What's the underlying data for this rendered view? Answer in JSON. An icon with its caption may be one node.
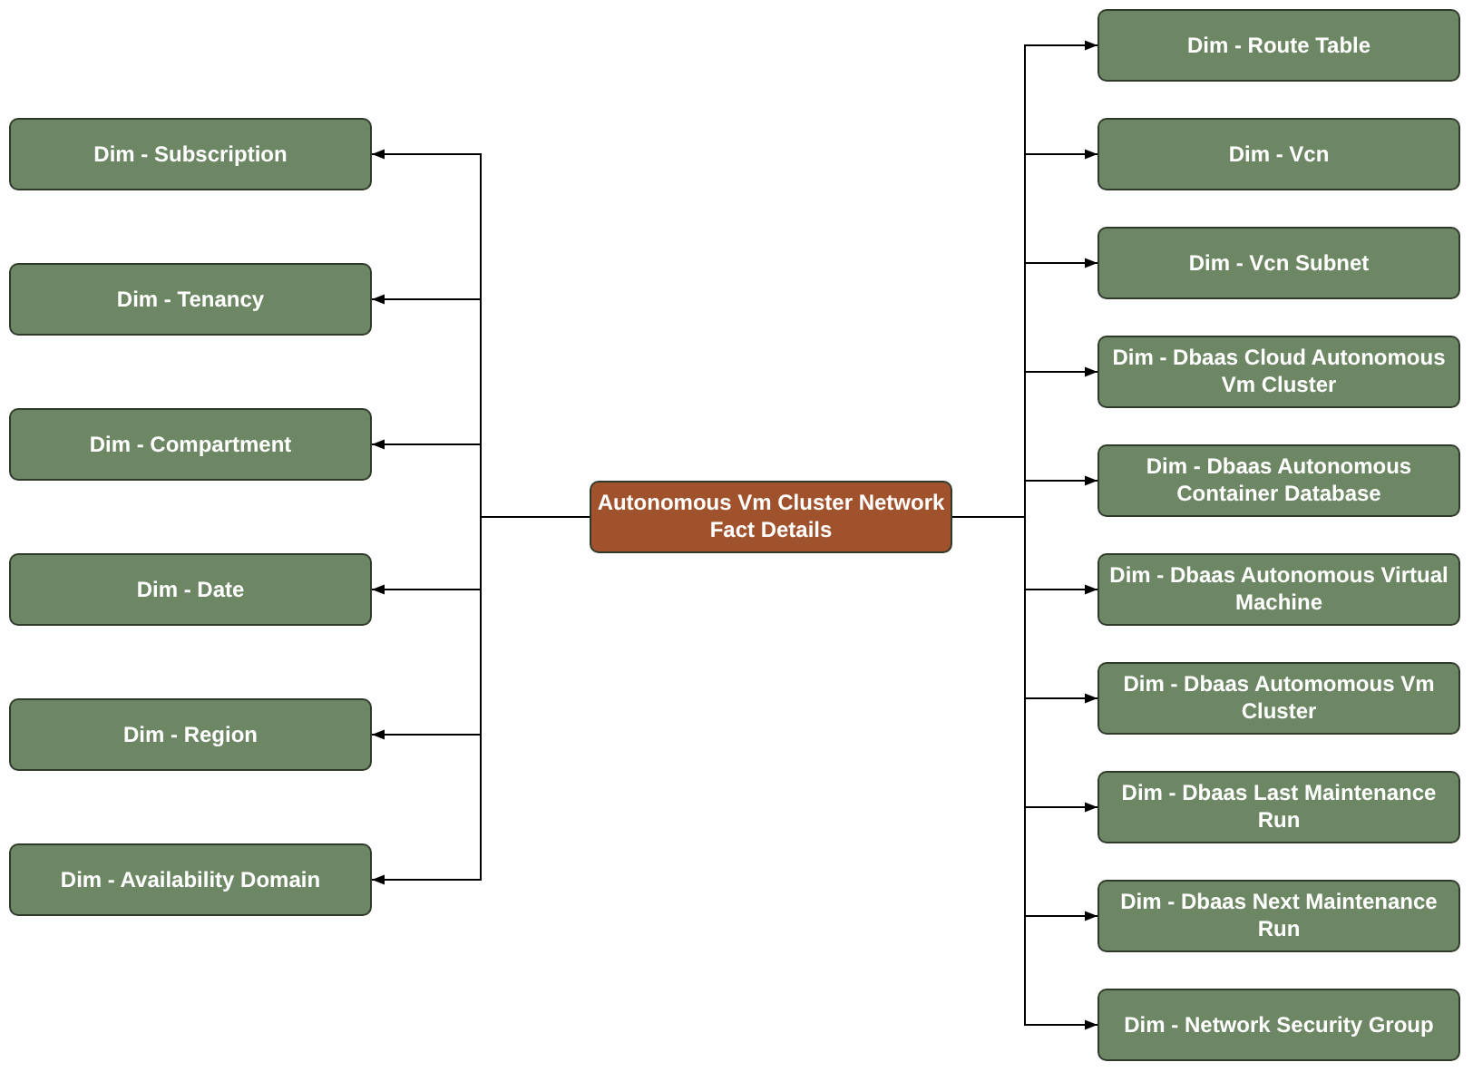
{
  "diagram": {
    "nodes": [
      {
        "text": [
          "Autonomous Vm Cluster Network Fact Details"
        ]
      },
      {
        "text": [
          "Dim - Subscription"
        ]
      },
      {
        "text": [
          "Dim - Tenancy"
        ]
      },
      {
        "text": [
          "Dim - Compartment"
        ]
      },
      {
        "text": [
          "Dim - Date"
        ]
      },
      {
        "text": [
          "Dim - Region"
        ]
      },
      {
        "text": [
          "Dim - Availability Domain"
        ]
      },
      {
        "text": [
          "Dim - Route Table"
        ]
      },
      {
        "text": [
          "Dim - Vcn"
        ]
      },
      {
        "text": [
          "Dim - Vcn Subnet"
        ]
      },
      {
        "text": [
          "Dim - Dbaas Cloud Autonomous Vm Cluster"
        ]
      },
      {
        "text": [
          "Dim - Dbaas Autonomous Container Database"
        ]
      },
      {
        "text": [
          "Dim - Dbaas Autonomous Virtual Machine"
        ]
      },
      {
        "text": [
          "Dim - Dbaas Automomous Vm Cluster"
        ]
      },
      {
        "text": [
          "Dim - Dbaas Last Maintenance Run"
        ]
      },
      {
        "text": [
          "Dim - Dbaas Next Maintenance Run"
        ]
      },
      {
        "text": [
          "Dim - Network Security Group"
        ]
      }
    ],
    "edges": [
      {
        "from": 0,
        "to": 1,
        "arrow": "to"
      },
      {
        "from": 0,
        "to": 2,
        "arrow": "to"
      },
      {
        "from": 0,
        "to": 3,
        "arrow": "to"
      },
      {
        "from": 0,
        "to": 4,
        "arrow": "to"
      },
      {
        "from": 0,
        "to": 5,
        "arrow": "to"
      },
      {
        "from": 0,
        "to": 6,
        "arrow": "to"
      },
      {
        "from": 0,
        "to": 7,
        "arrow": "to"
      },
      {
        "from": 0,
        "to": 8,
        "arrow": "to"
      },
      {
        "from": 0,
        "to": 9,
        "arrow": "to"
      },
      {
        "from": 0,
        "to": 10,
        "arrow": "to"
      },
      {
        "from": 0,
        "to": 11,
        "arrow": "to"
      },
      {
        "from": 0,
        "to": 12,
        "arrow": "to"
      },
      {
        "from": 0,
        "to": 13,
        "arrow": "to"
      },
      {
        "from": 0,
        "to": 14,
        "arrow": "to"
      },
      {
        "from": 0,
        "to": 15,
        "arrow": "to"
      },
      {
        "from": 0,
        "to": 16,
        "arrow": "to"
      }
    ]
  }
}
